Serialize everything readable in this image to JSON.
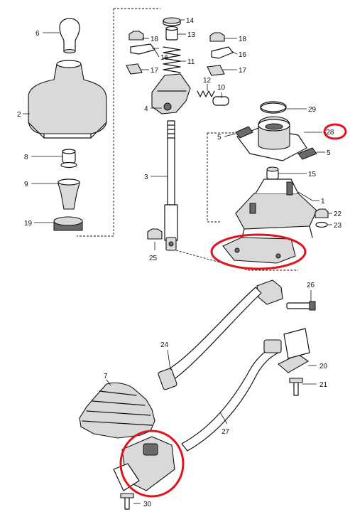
{
  "labels": {
    "l1": "1",
    "l2": "2",
    "l3": "3",
    "l4": "4",
    "l5a": "5",
    "l5b": "5",
    "l6": "6",
    "l7": "7",
    "l8": "8",
    "l9": "9",
    "l10": "10",
    "l11": "11",
    "l12": "12",
    "l13": "13",
    "l14": "14",
    "l15": "15",
    "l16a": "16",
    "l16b": "16",
    "l17a": "17",
    "l17b": "17",
    "l18a": "18",
    "l18b": "18",
    "l19": "19",
    "l20": "20",
    "l21": "21",
    "l22": "22",
    "l23": "23",
    "l24": "24",
    "l25": "25",
    "l26": "26",
    "l27": "27",
    "l28": "-28",
    "l29": "29",
    "l30": "30"
  },
  "colors": {
    "highlight": "#e0141e",
    "ink": "#111111",
    "background": "#ffffff"
  }
}
